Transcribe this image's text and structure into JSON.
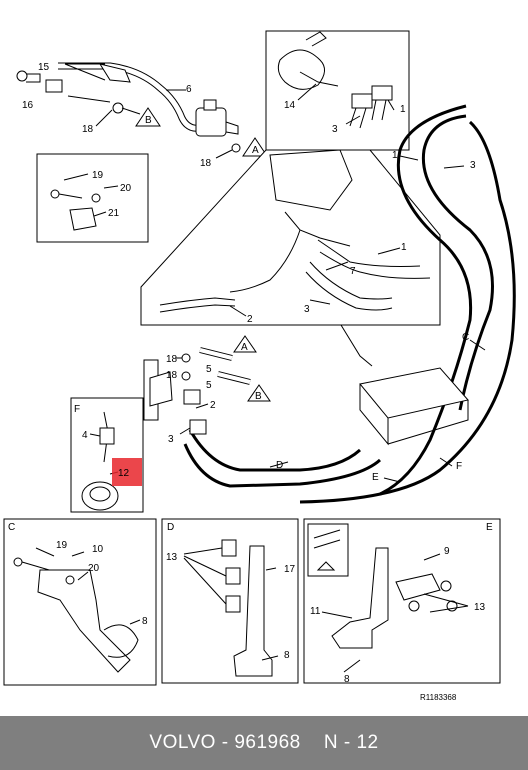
{
  "diagram": {
    "part_labels": {
      "c1": "15",
      "c2": "16",
      "c3": "6",
      "c4": "18",
      "c5": "B",
      "c6": "18",
      "c7": "A",
      "tr14": "14",
      "tr3": "3",
      "tr1": "1",
      "m1": "1",
      "m3": "3",
      "f19": "19",
      "f20": "20",
      "f21": "21",
      "z1": "7",
      "z2": "1",
      "z3": "2",
      "z4": "3",
      "o1": "18",
      "o2": "5",
      "o3": "A",
      "o4": "18",
      "o5": "5",
      "o6": "B",
      "o7": "2",
      "o8": "3",
      "rC": "C",
      "rD": "D",
      "rE": "E",
      "rF": "F",
      "pF": "F",
      "p4": "4",
      "p12": "12",
      "c19": "19",
      "c10": "10",
      "c20": "20",
      "c8": "8",
      "cC": "C",
      "d13": "13",
      "d17": "17",
      "d8": "8",
      "dD": "D",
      "e9": "9",
      "e11": "11",
      "e13": "13",
      "e8": "8",
      "eE": "E"
    },
    "reference": "R1183368"
  },
  "footer": {
    "caption": "VOLVO - 961968    N - 12"
  },
  "colors": {
    "highlight": "#e8262b",
    "footer_bg": "#7f7f7f",
    "line": "#000000"
  }
}
